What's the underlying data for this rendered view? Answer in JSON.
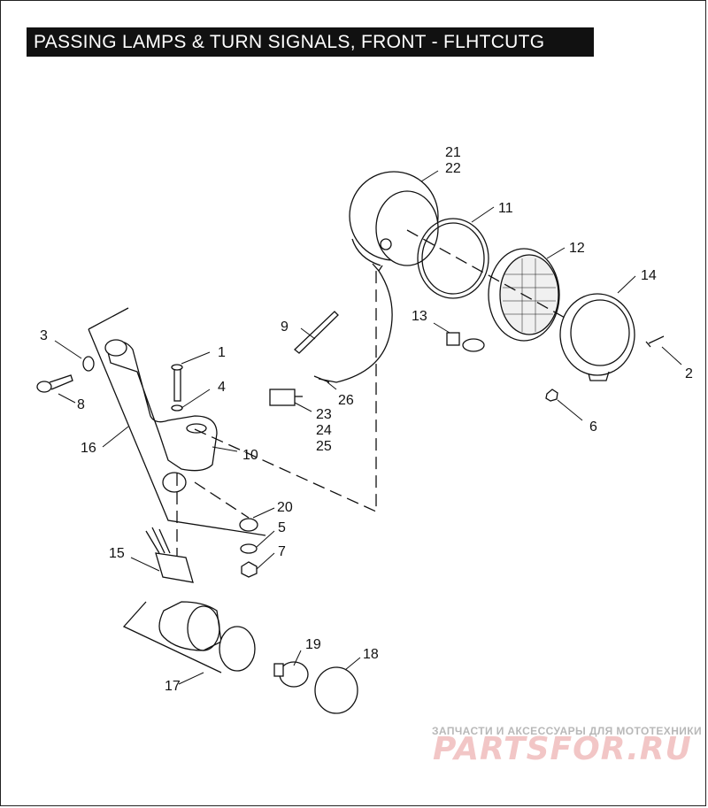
{
  "title": "PASSING LAMPS & TURN SIGNALS, FRONT - FLHTCUTG",
  "callouts": {
    "c1": "1",
    "c2": "2",
    "c3": "3",
    "c4": "4",
    "c5": "5",
    "c6": "6",
    "c7": "7",
    "c8": "8",
    "c9": "9",
    "c10": "10",
    "c11": "11",
    "c12": "12",
    "c13": "13",
    "c14": "14",
    "c15": "15",
    "c16": "16",
    "c17": "17",
    "c18": "18",
    "c19": "19",
    "c20": "20",
    "c21": "21",
    "c22": "22",
    "c23": "23",
    "c24": "24",
    "c25": "25",
    "c26": "26"
  },
  "watermark": {
    "subtitle": "ЗАПЧАСТИ И АКСЕССУАРЫ ДЛЯ МОТОТЕХНИКИ",
    "brand": "PARTSFOR.RU"
  }
}
